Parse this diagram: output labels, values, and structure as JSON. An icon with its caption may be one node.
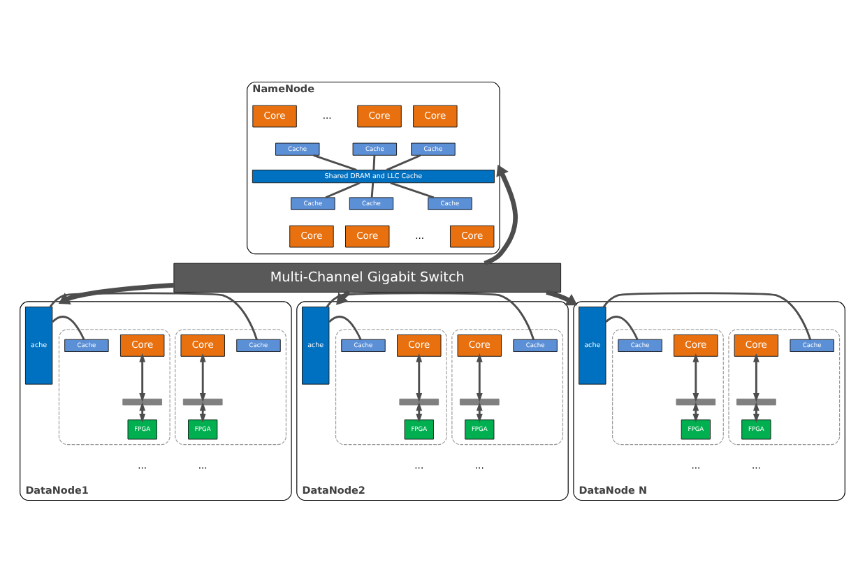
{
  "diagram": {
    "nodes": [
      {
        "text": [
          "NameNode"
        ]
      },
      {
        "text": [
          "Core"
        ],
        "in": 0
      },
      {
        "text": [
          "Cache"
        ],
        "in": 0
      },
      {
        "text": [
          "Core"
        ],
        "in": 0
      },
      {
        "text": [
          "Cache"
        ],
        "in": 0
      },
      {
        "text": [
          "Core"
        ],
        "in": 0
      },
      {
        "text": [
          "Cache"
        ],
        "in": 0
      },
      {
        "text": [
          "Shared DRAM and LLC Cache"
        ],
        "in": 0
      },
      {
        "text": [
          "Cache"
        ],
        "in": 0
      },
      {
        "text": [
          "Core"
        ],
        "in": 0
      },
      {
        "text": [
          "Cache"
        ],
        "in": 0
      },
      {
        "text": [
          "Core"
        ],
        "in": 0
      },
      {
        "text": [
          "Cache"
        ],
        "in": 0
      },
      {
        "text": [
          "Core"
        ],
        "in": 0
      },
      {
        "text": [
          "Multi-Channel Gigabit Switch"
        ]
      },
      {
        "text": [
          "DataNode1"
        ]
      },
      {
        "text": [],
        "shape": "box",
        "in": 15
      },
      {
        "text": [
          "Core"
        ],
        "in": 16
      },
      {
        "text": [
          "Cache"
        ],
        "in": 16
      },
      {
        "text": [],
        "shape": "bar",
        "in": 16
      },
      {
        "text": [
          "FPGA"
        ],
        "in": 16
      },
      {
        "text": [
          "ache"
        ],
        "in": 15
      },
      {
        "text": [],
        "shape": "box",
        "in": 15
      },
      {
        "text": [
          "Cache"
        ],
        "in": 22
      },
      {
        "text": [
          "Core"
        ],
        "in": 22
      },
      {
        "text": [],
        "shape": "bar",
        "in": 22
      },
      {
        "text": [
          "FPGA"
        ],
        "in": 22
      },
      {
        "text": [
          "DataNode2"
        ]
      },
      {
        "text": [],
        "shape": "box",
        "in": 27
      },
      {
        "text": [
          "Core"
        ],
        "in": 28
      },
      {
        "text": [
          "Cache"
        ],
        "in": 28
      },
      {
        "text": [],
        "shape": "bar",
        "in": 28
      },
      {
        "text": [
          "FPGA"
        ],
        "in": 28
      },
      {
        "text": [
          "ache"
        ],
        "in": 27
      },
      {
        "text": [],
        "shape": "box",
        "in": 27
      },
      {
        "text": [
          "Cache"
        ],
        "in": 34
      },
      {
        "text": [
          "Core"
        ],
        "in": 34
      },
      {
        "text": [],
        "shape": "bar",
        "in": 34
      },
      {
        "text": [
          "FPGA"
        ],
        "in": 34
      },
      {
        "text": [
          "DataNode N"
        ]
      },
      {
        "text": [],
        "shape": "box",
        "in": 39
      },
      {
        "text": [
          "Core"
        ],
        "in": 40
      },
      {
        "text": [
          "Cache"
        ],
        "in": 40
      },
      {
        "text": [],
        "shape": "bar",
        "in": 40
      },
      {
        "text": [
          "FPGA"
        ],
        "in": 40
      },
      {
        "text": [
          "ache"
        ],
        "in": 39
      },
      {
        "text": [],
        "shape": "box",
        "in": 39
      },
      {
        "text": [
          "Cache"
        ],
        "in": 46
      },
      {
        "text": [
          "Core"
        ],
        "in": 46
      },
      {
        "text": [],
        "shape": "bar",
        "in": 46
      },
      {
        "text": [
          "FPGA"
        ],
        "in": 46
      }
    ],
    "edges": [
      {
        "from": 2,
        "to": 7,
        "arrow": "none"
      },
      {
        "from": 4,
        "to": 7,
        "arrow": "none"
      },
      {
        "from": 6,
        "to": 7,
        "arrow": "none"
      },
      {
        "from": 7,
        "to": 8,
        "arrow": "none"
      },
      {
        "from": 7,
        "to": 10,
        "arrow": "none"
      },
      {
        "from": 7,
        "to": 12,
        "arrow": "none"
      },
      {
        "from": 14,
        "to": 0,
        "arrow": "to",
        "style": "thick"
      },
      {
        "from": 14,
        "to": 15,
        "arrow": "to",
        "style": "thick"
      },
      {
        "from": 14,
        "to": 27,
        "arrow": "to",
        "style": "thick"
      },
      {
        "from": 14,
        "to": 39,
        "arrow": "to",
        "style": "thick"
      },
      {
        "from": 18,
        "to": 21,
        "arrow": "none"
      },
      {
        "from": 21,
        "to": 23,
        "arrow": "none"
      },
      {
        "from": 17,
        "to": 19,
        "arrow": "both"
      },
      {
        "from": 19,
        "to": 20,
        "arrow": "both"
      },
      {
        "from": 24,
        "to": 25,
        "arrow": "both"
      },
      {
        "from": 25,
        "to": 26,
        "arrow": "both"
      },
      {
        "from": 30,
        "to": 33,
        "arrow": "none"
      },
      {
        "from": 33,
        "to": 35,
        "arrow": "none"
      },
      {
        "from": 29,
        "to": 31,
        "arrow": "both"
      },
      {
        "from": 31,
        "to": 32,
        "arrow": "both"
      },
      {
        "from": 36,
        "to": 37,
        "arrow": "both"
      },
      {
        "from": 37,
        "to": 38,
        "arrow": "both"
      },
      {
        "from": 42,
        "to": 45,
        "arrow": "none"
      },
      {
        "from": 45,
        "to": 47,
        "arrow": "none"
      },
      {
        "from": 41,
        "to": 43,
        "arrow": "both"
      },
      {
        "from": 43,
        "to": 44,
        "arrow": "both"
      },
      {
        "from": 48,
        "to": 49,
        "arrow": "both"
      },
      {
        "from": 49,
        "to": 50,
        "arrow": "both"
      }
    ],
    "labels": [
      "...",
      "...",
      "...",
      "...",
      "...",
      "...",
      "...",
      "..."
    ]
  }
}
